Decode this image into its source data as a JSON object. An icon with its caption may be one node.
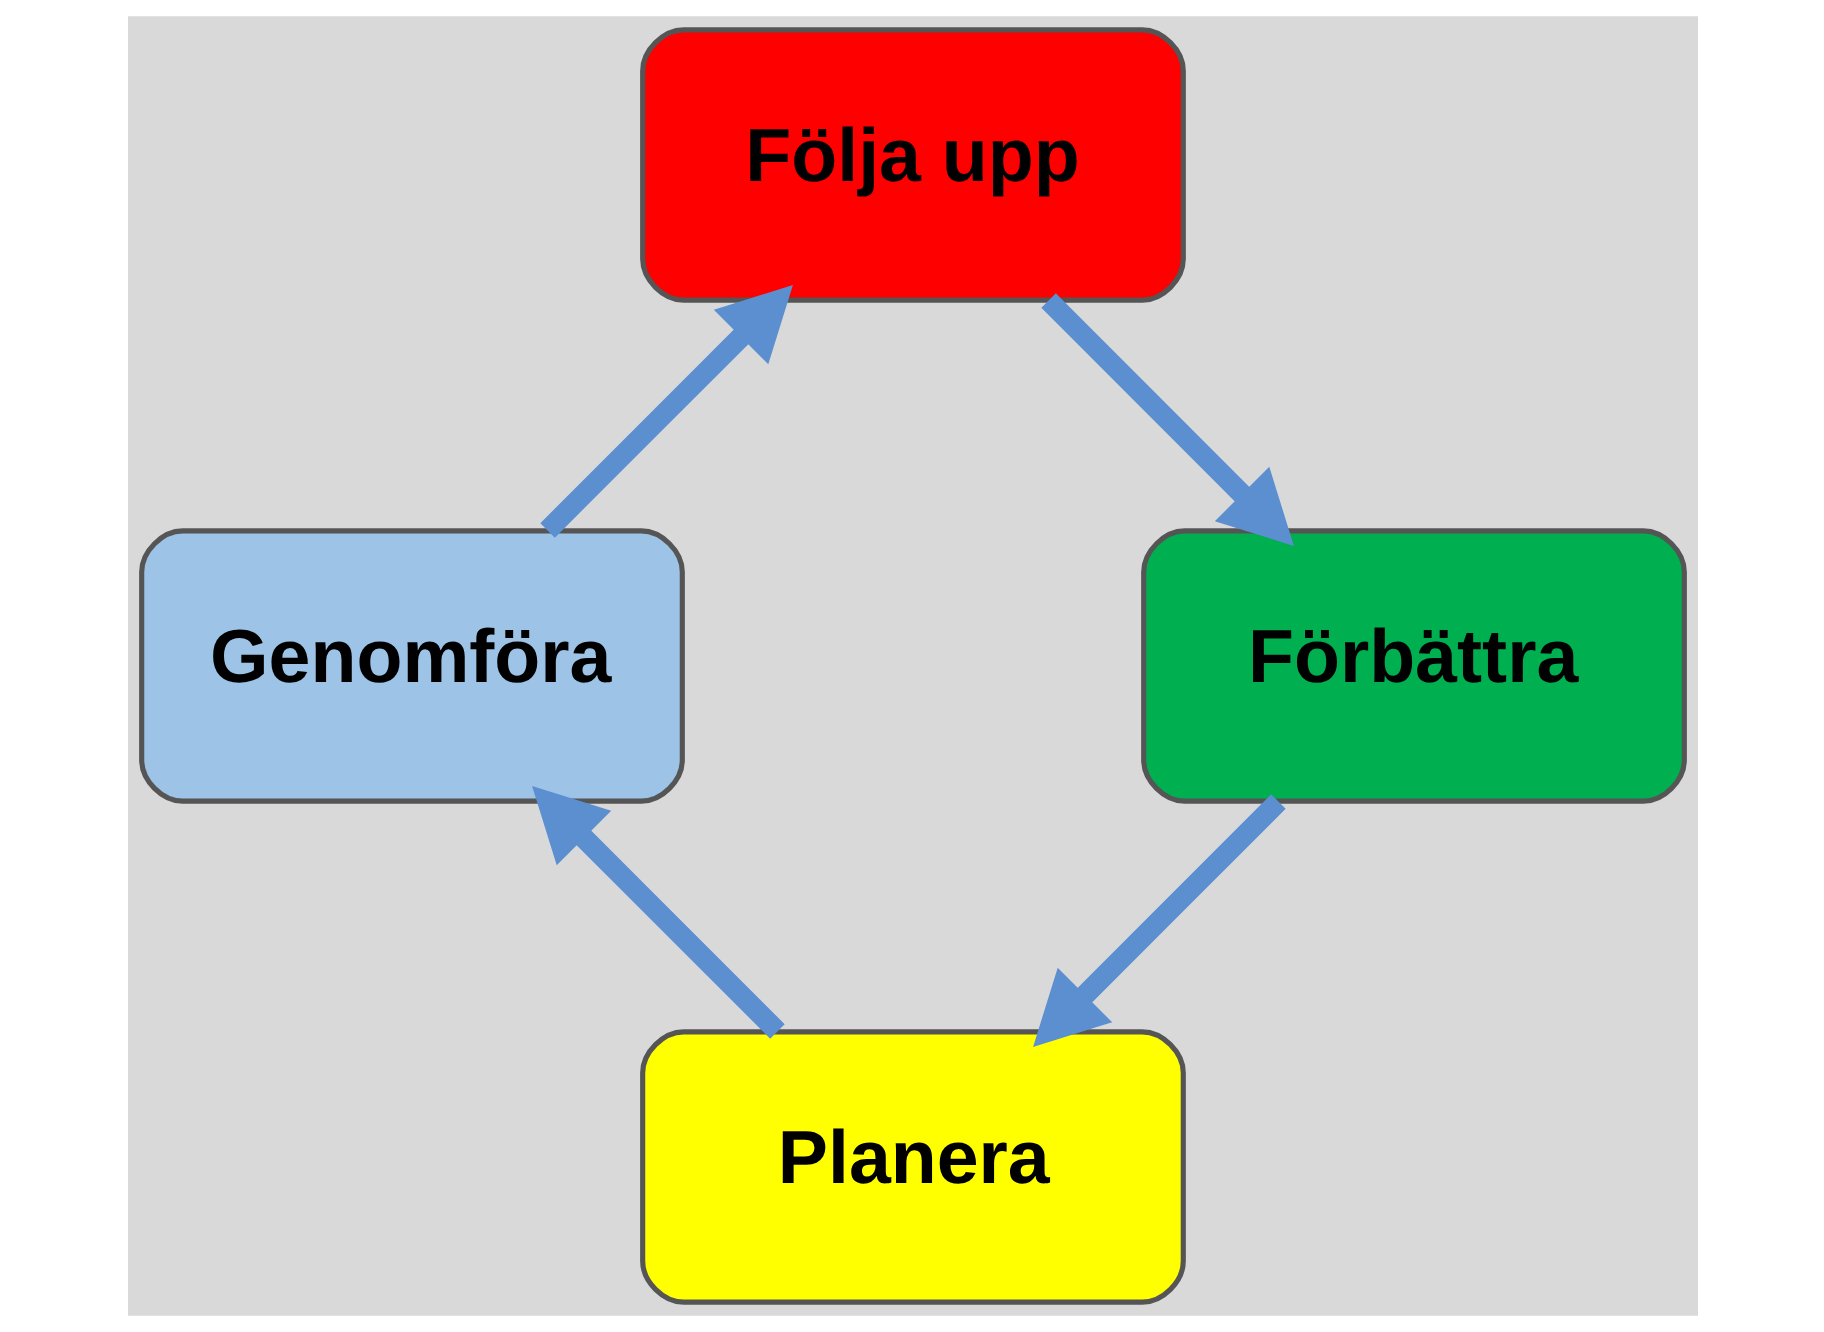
{
  "diagram": {
    "nodes": [
      {
        "text": [
          "Planera"
        ]
      },
      {
        "text": [
          "Genomföra"
        ]
      },
      {
        "text": [
          "Följa upp"
        ]
      },
      {
        "text": [
          "Förbättra"
        ]
      }
    ],
    "edges": [
      {
        "from": 0,
        "to": 1,
        "arrow": "to"
      },
      {
        "from": 1,
        "to": 2,
        "arrow": "to"
      },
      {
        "from": 2,
        "to": 3,
        "arrow": "to"
      },
      {
        "from": 3,
        "to": 0,
        "arrow": "to"
      }
    ]
  }
}
